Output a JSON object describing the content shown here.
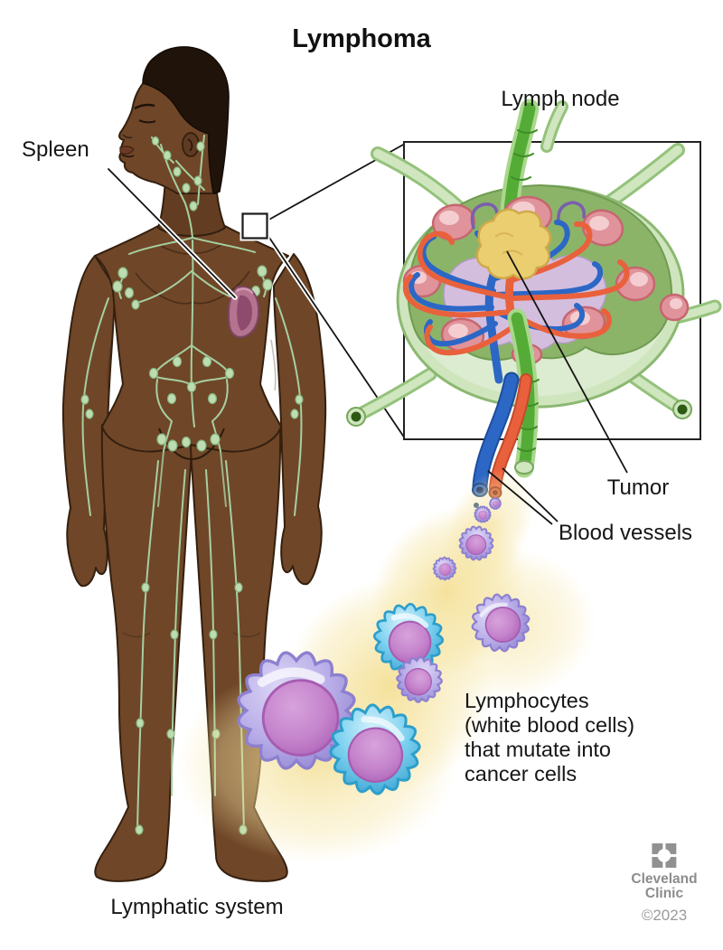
{
  "title": "Lymphoma",
  "labels": {
    "lymph_node": "Lymph node",
    "spleen": "Spleen",
    "tumor": "Tumor",
    "blood_vessels": "Blood vessels",
    "lymphatic_system": "Lymphatic system"
  },
  "caption": {
    "lines": [
      "Lymphocytes",
      "(white blood cells)",
      "that mutate into",
      "cancer cells"
    ]
  },
  "branding": {
    "logo_icon": "cleveland-clinic-logo-mark",
    "name_line1": "Cleveland",
    "name_line2": "Clinic",
    "copyright": "©2023",
    "color": "#8c8c8c"
  },
  "palette": {
    "skin": "#6f4628",
    "hair": "#20130a",
    "lymph_vessel_green": "#a6cfa0",
    "node_capsule": "#cfe5bd",
    "node_cortex": "#8bb469",
    "follicle": "#e0939b",
    "follicle_inner": "#f4cdd0",
    "medulla": "#d3bede",
    "tumor_yellow": "#eace70",
    "artery_red": "#e9613c",
    "vein_blue": "#2c67c6",
    "efferent_green": "#54ac36",
    "cell_purple": "#b9aee8",
    "cell_blue": "#7fd2f0",
    "nucleus_purple": "#c584cc",
    "glow_yellow": "#f3dd8e",
    "text": "#161616"
  }
}
